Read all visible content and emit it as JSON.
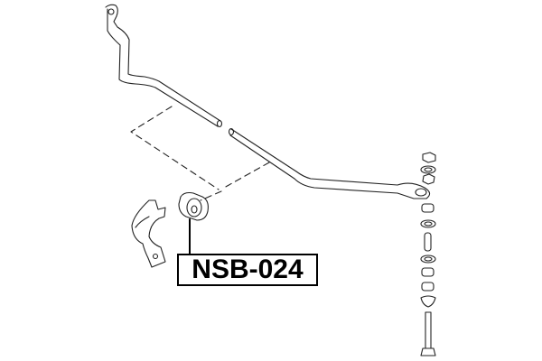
{
  "diagram": {
    "type": "exploded-parts-diagram",
    "subject": "stabilizer bar assembly",
    "callout": {
      "part_number": "NSB-024",
      "points_to": "stabilizer bushing"
    },
    "components": [
      "stabilizer-bar",
      "bushing-bracket",
      "stabilizer-bushing",
      "link-nut-washer-stack",
      "link-spacer-sleeve",
      "link-bolt"
    ]
  }
}
